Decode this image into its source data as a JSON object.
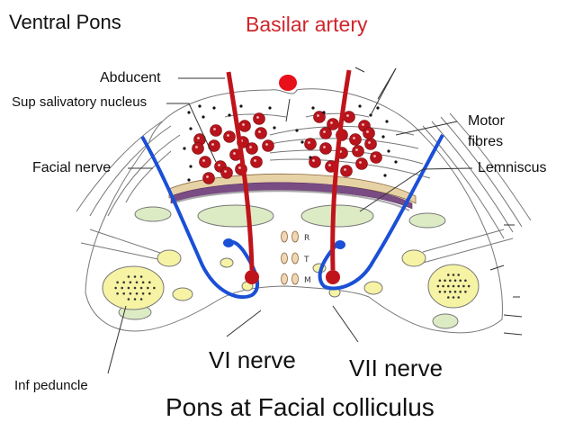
{
  "labels": {
    "title": "Ventral Pons",
    "basilar": "Basilar artery",
    "abducent": "Abducent",
    "salivatory": "Sup salivatory nucleus",
    "facial_nerve": "Facial nerve",
    "motor_line1": "Motor",
    "motor_line2": "fibres",
    "lemniscus": "Lemniscus",
    "vi_nerve": "VI nerve",
    "vii_nerve": "VII nerve",
    "inf_peduncle": "Inf peduncle",
    "caption": "Pons at Facial colliculus"
  },
  "midline_letters": [
    "R",
    "T",
    "M"
  ],
  "colors": {
    "artery_red": "#c0141b",
    "basilar_label_red": "#d0262b",
    "nerve_blue": "#1a4fd6",
    "nucleus_red": "#b9141c",
    "yellow_fill": "#f6f3a4",
    "green_fill": "#dcebc4",
    "lemniscus_purple": "#7a4c84",
    "lemniscus_tan": "#e7d2a6"
  }
}
